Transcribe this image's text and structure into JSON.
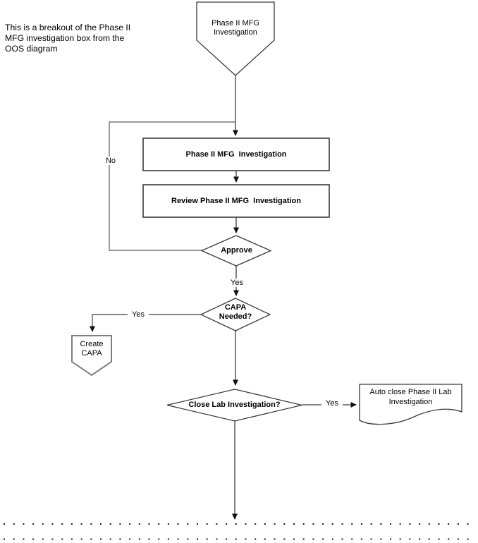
{
  "note": {
    "text": "This is a breakout of the Phase II\nMFG investigation box from the\nOOS diagram"
  },
  "flowchart": {
    "start_connector": {
      "label": "Phase II MFG\nInvestigation"
    },
    "process_phase2": {
      "label": "Phase II MFG  Investigation"
    },
    "process_review": {
      "label": "Review Phase II MFG  Investigation"
    },
    "decision_approve": {
      "label": "Approve",
      "no_label": "No",
      "yes_label": "Yes"
    },
    "decision_capa": {
      "label": "CAPA\nNeeded?",
      "yes_label": "Yes"
    },
    "terminator_create_capa": {
      "label": "Create\nCAPA"
    },
    "decision_close_lab": {
      "label": "Close Lab Investigation?",
      "yes_label": "Yes"
    },
    "document_auto_close": {
      "label": "Auto close Phase II Lab\nInvestigation"
    }
  },
  "colors": {
    "shape_border": "#3a3a3a",
    "connector_line": "#4a4a4a",
    "loop_line": "#757575",
    "terminator_border": "#808080",
    "arrowhead": "#111111",
    "background": "#ffffff"
  }
}
